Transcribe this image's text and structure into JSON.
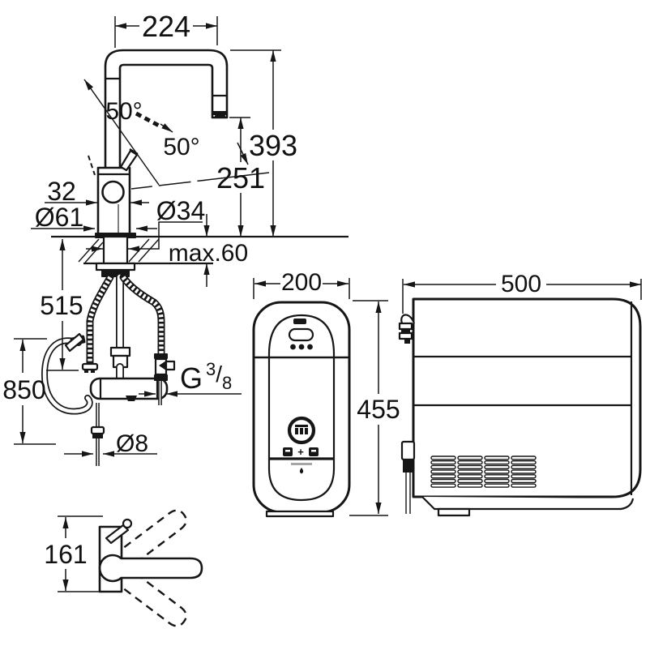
{
  "colors": {
    "line": "#161616",
    "background": "#ffffff"
  },
  "drawing": {
    "faucet_side": {
      "dim_spout_reach": "224",
      "dim_height_total": "393",
      "dim_spout_height": "251",
      "angle_handle": "50°",
      "angle_spout_swivel": "50°",
      "dim_body_width": "32",
      "dim_base_dia": "Ø61",
      "dim_shank_dia": "Ø34",
      "dim_max_counter": "max.60",
      "dim_hose_a": "515",
      "dim_hose_b": "850",
      "dim_hose_dia": "Ø8",
      "thread": {
        "g": "G",
        "numerator": "3",
        "slash": "/",
        "denominator": "8"
      }
    },
    "faucet_top": {
      "dim_reach": "161"
    },
    "filter": {
      "dim_width": "200",
      "badge_plus": "+"
    },
    "shared": {
      "dim_height": "455"
    },
    "cooler": {
      "dim_depth": "500"
    }
  }
}
